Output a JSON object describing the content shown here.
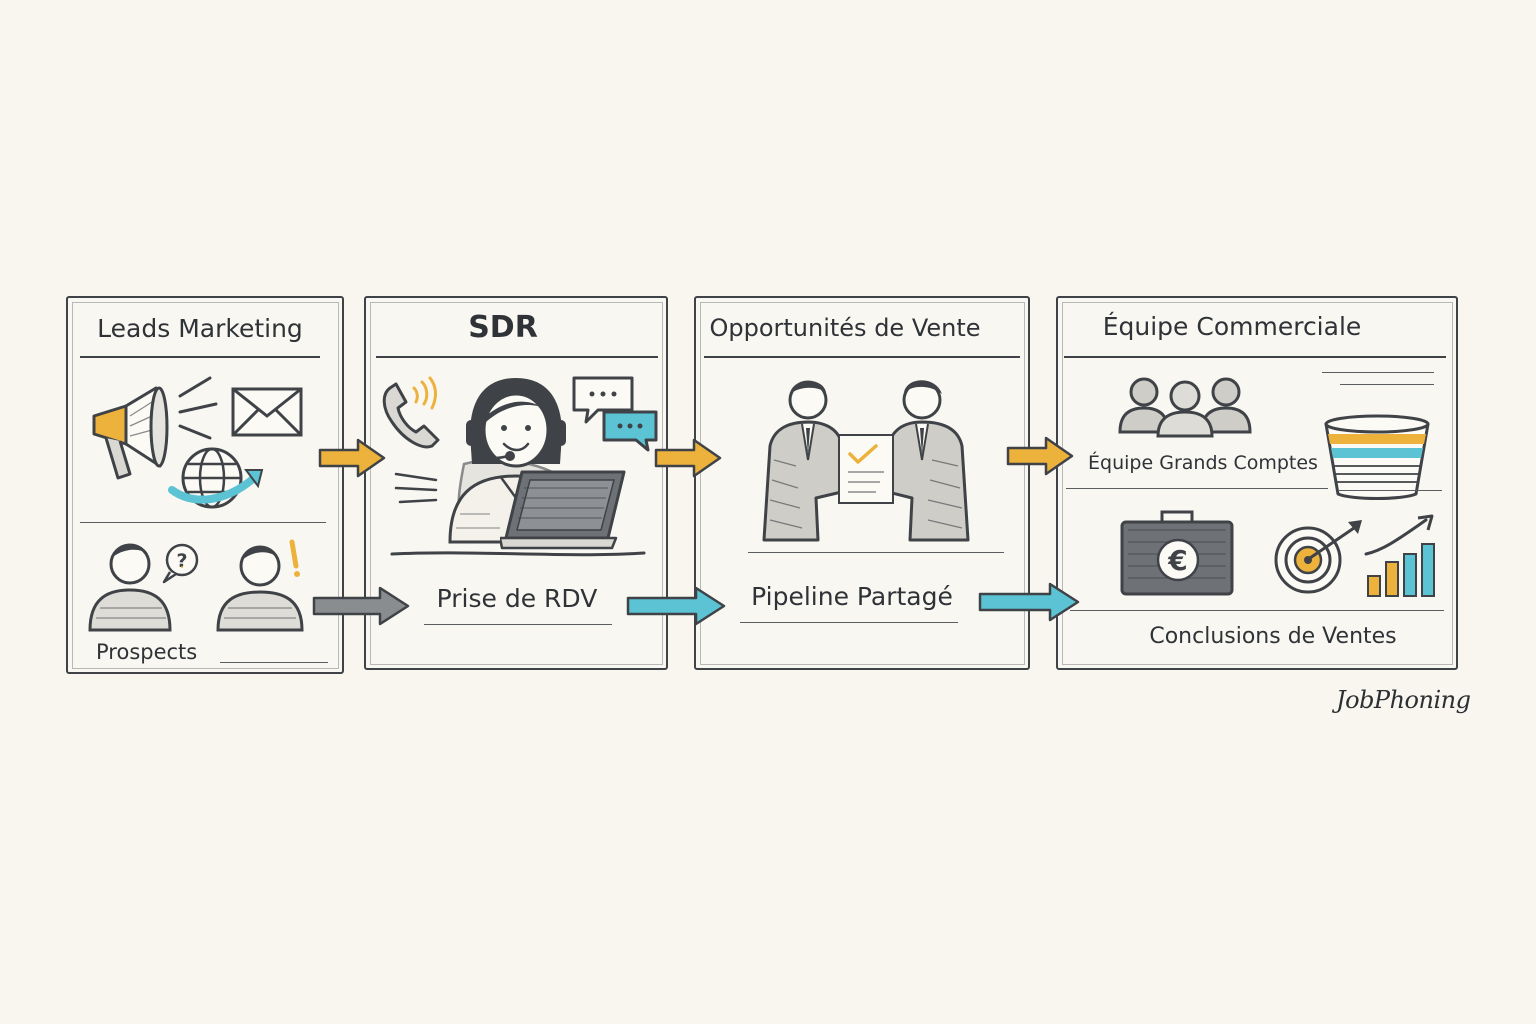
{
  "panels": {
    "leads": {
      "title": "Leads Marketing",
      "sub": "Prospects"
    },
    "sdr": {
      "title": "SDR",
      "sub": "Prise de RDV"
    },
    "opportunites": {
      "title": "Opportunités de Vente",
      "sub": "Pipeline Partagé"
    },
    "equipe": {
      "title": "Équipe Commerciale",
      "sub1": "Équipe Grands Comptes",
      "sub2": "Conclusions de Ventes"
    }
  },
  "brand": "JobPhoning",
  "colors": {
    "yellow": "#ecb23c",
    "blue": "#5bc3d4",
    "gray": "#8a8d90",
    "ink": "#3f4347"
  },
  "icons": [
    "megaphone-icon",
    "envelope-icon",
    "globe-icon",
    "question-person-icon",
    "exclamation-person-icon",
    "phone-icon",
    "chat-bubbles-icon",
    "agent-headset-icon",
    "laptop-icon",
    "handshake-icon",
    "document-check-icon",
    "group-icon",
    "funnel-icon",
    "euro-briefcase-icon",
    "target-icon",
    "growth-chart-icon"
  ]
}
